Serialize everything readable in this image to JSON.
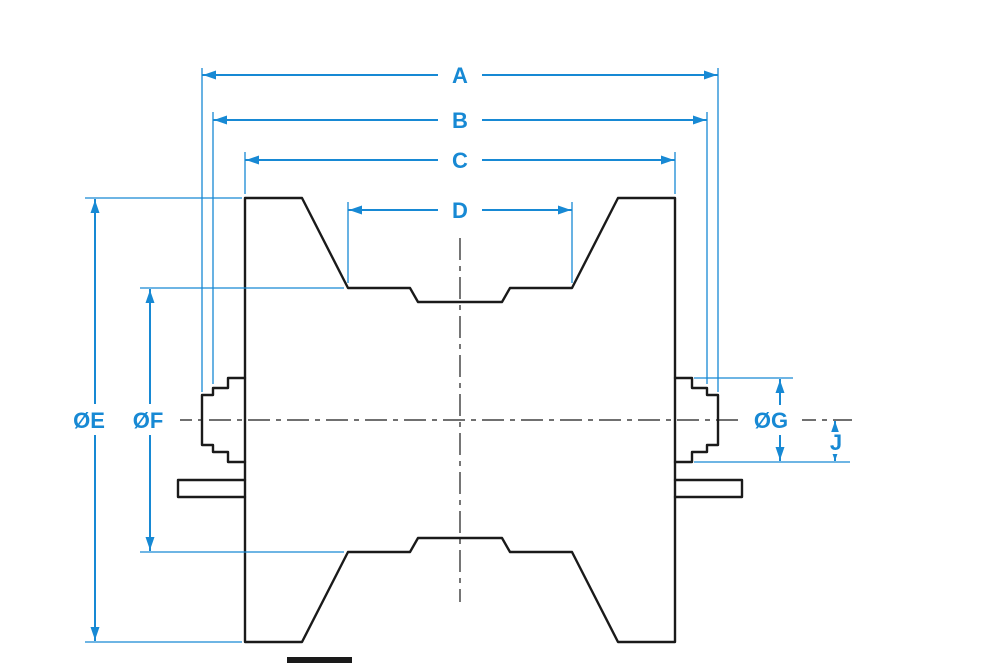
{
  "diagram": {
    "kind": "technical-drawing",
    "colors": {
      "dimension": "#1789d4",
      "outline": "#1a1a1a",
      "background": "#ffffff"
    },
    "dimensions": {
      "a": {
        "label": "A"
      },
      "b": {
        "label": "B"
      },
      "c": {
        "label": "C"
      },
      "d": {
        "label": "D"
      },
      "e": {
        "label": "ØE"
      },
      "f": {
        "label": "ØF"
      },
      "g": {
        "label": "ØG"
      },
      "j": {
        "label": "J"
      }
    }
  }
}
